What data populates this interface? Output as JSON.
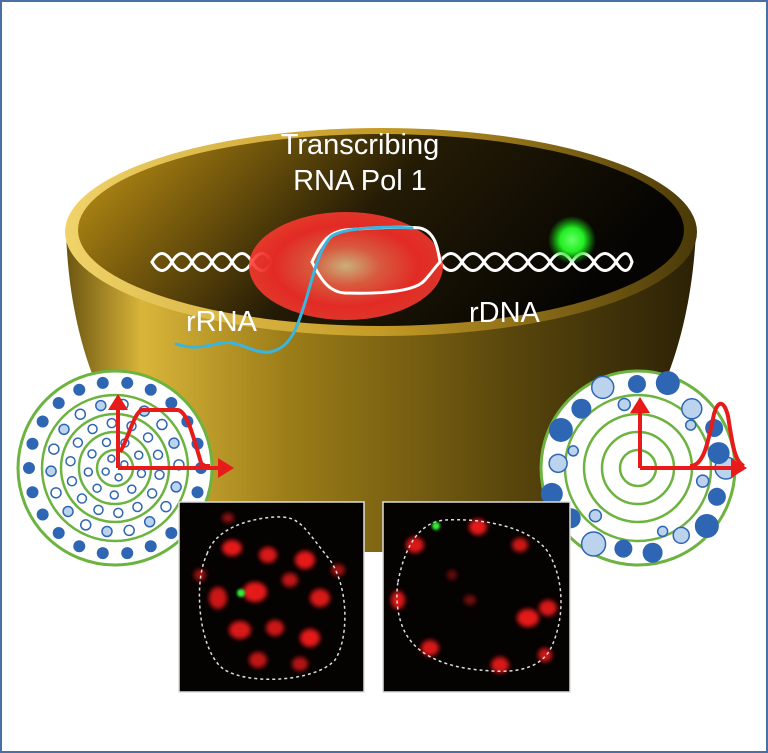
{
  "labels": {
    "title_line1": "Transcribing",
    "title_line2": "RNA Pol 1",
    "rrna": "rRNA",
    "rdna": "rDNA"
  },
  "colors": {
    "frame_border": "#4a6fa5",
    "bowl_gold": "#c9a227",
    "polymerase_red": "#e8232a",
    "rrna_cyan": "#39b5e0",
    "dna_white": "#ffffff",
    "green_spot": "#22ff22",
    "ring_green": "#6db33f",
    "dot_blue": "#2f66b3",
    "dot_light": "#bcd3ee",
    "arrow_red": "#e81b1b"
  },
  "icons": {
    "left_schematic": "nucleus-rings-uniform-icon",
    "right_schematic": "nucleus-rings-peripheral-icon"
  }
}
